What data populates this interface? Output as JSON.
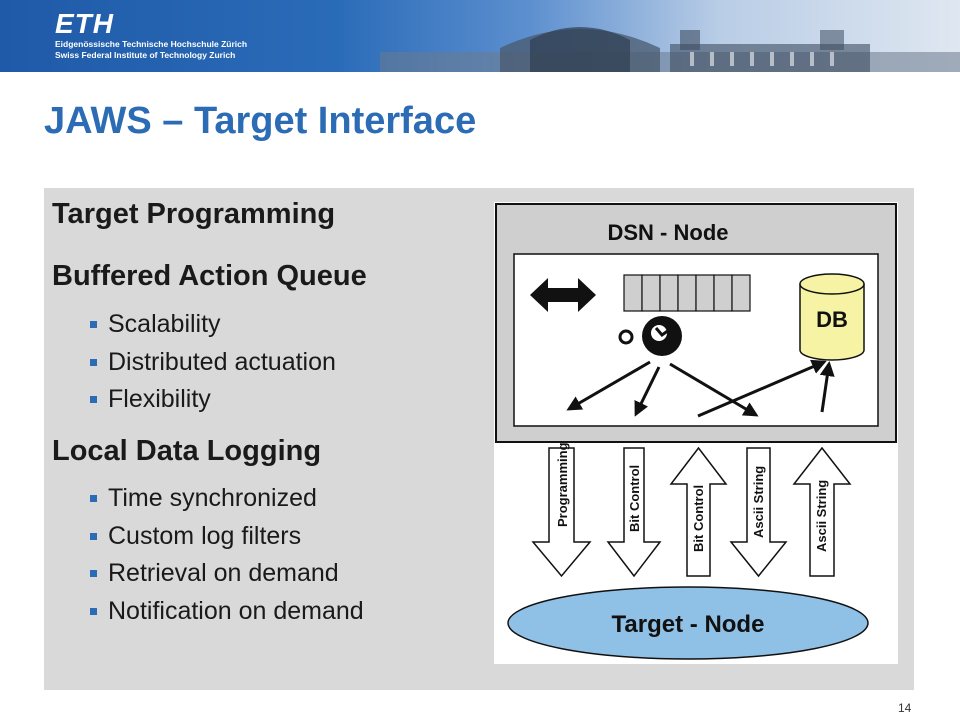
{
  "header": {
    "logo_text": "ETH",
    "line1": "Eidgenössische Technische Hochschule Zürich",
    "line2": "Swiss Federal Institute of Technology Zurich"
  },
  "slide": {
    "title": "JAWS – Target Interface",
    "sections": [
      {
        "heading": "Target Programming",
        "bullets": []
      },
      {
        "heading": "Buffered Action Queue",
        "bullets": [
          "Scalability",
          "Distributed actuation",
          "Flexibility"
        ]
      },
      {
        "heading": "Local Data Logging",
        "bullets": [
          "Time synchronized",
          "Custom log filters",
          "Retrieval on demand",
          "Notification on demand"
        ]
      }
    ],
    "page_number": "14"
  },
  "diagram": {
    "dsn_node_label": "DSN - Node",
    "db_label": "DB",
    "arrows": [
      {
        "label": "Programming",
        "direction": "down"
      },
      {
        "label": "Bit Control",
        "direction": "down"
      },
      {
        "label": "Bit Control",
        "direction": "up"
      },
      {
        "label": "Ascii String",
        "direction": "down"
      },
      {
        "label": "Ascii String",
        "direction": "up"
      }
    ],
    "target_node_label": "Target - Node",
    "colors": {
      "db_fill": "#f6f3a4",
      "target_fill": "#8fc0e6",
      "frame_fill": "#cfcfcf"
    }
  }
}
